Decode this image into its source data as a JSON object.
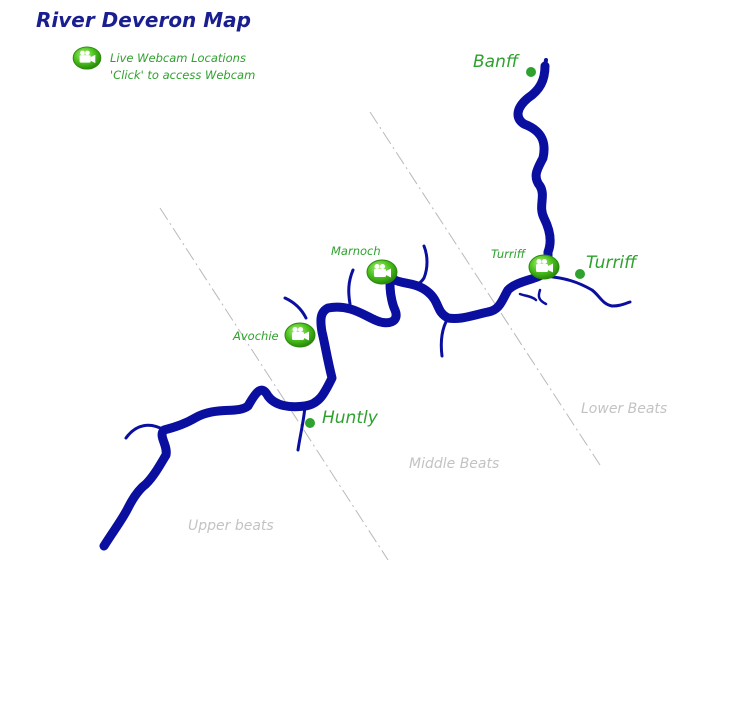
{
  "title": "River Deveron Map",
  "legend": {
    "line1": "Live Webcam Locations",
    "line2": "'Click' to access Webcam"
  },
  "towns": {
    "banff": "Banff",
    "turriff": "Turriff",
    "huntly": "Huntly"
  },
  "webcams": {
    "marnoch": "Marnoch",
    "turriff": "Turriff",
    "avochie": "Avochie"
  },
  "beats": {
    "upper": "Upper beats",
    "middle": "Middle Beats",
    "lower": "Lower Beats"
  },
  "colors": {
    "river": "#0a0fa0",
    "label_green": "#2ea12e",
    "beat_grey": "#c3c3c3",
    "title_blue": "#1a1f8f",
    "webcam_icon": "camera-icon"
  }
}
